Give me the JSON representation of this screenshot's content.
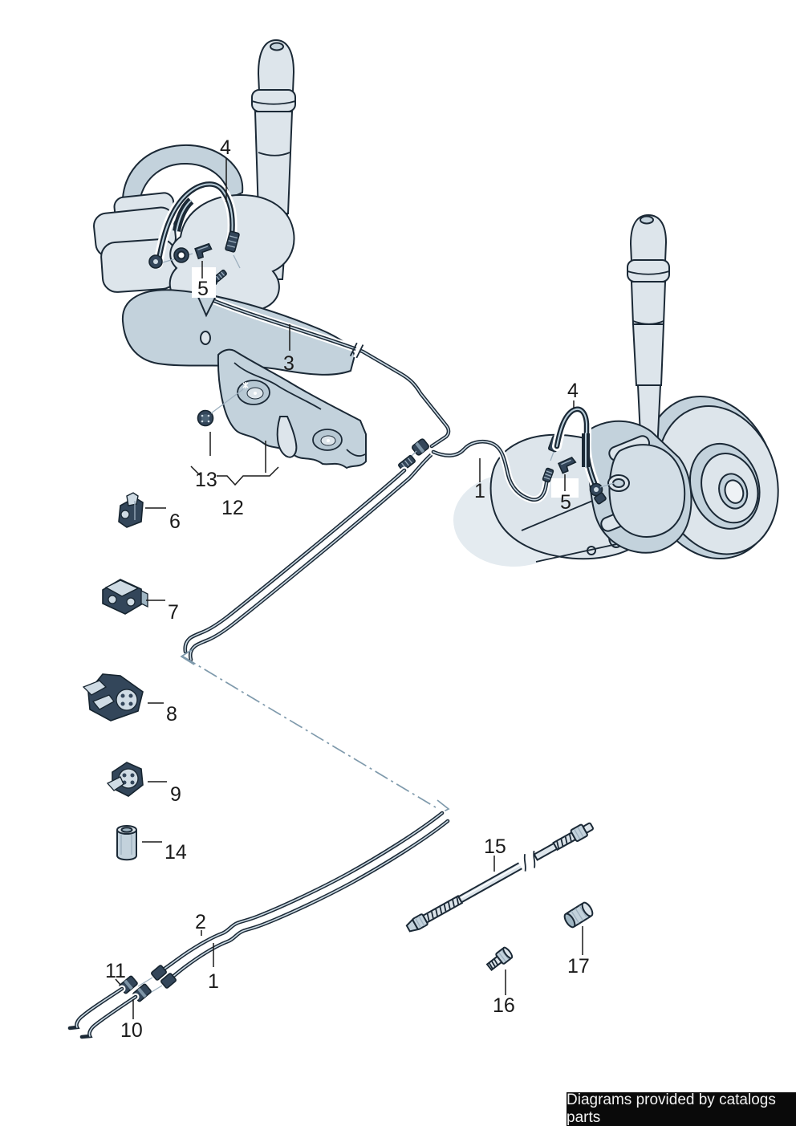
{
  "diagram": {
    "callouts": [
      "4",
      "5",
      "3",
      "13",
      "12",
      "6",
      "7",
      "8",
      "9",
      "14",
      "4",
      "1",
      "5",
      "2",
      "1",
      "11",
      "10",
      "15",
      "16",
      "17"
    ]
  },
  "footer": {
    "text": "Diagrams provided by catalogs parts"
  },
  "colors": {
    "outline": "#1b2936",
    "fill_light": "#dde5eb",
    "fill_mid": "#c3d2dc",
    "fill_dark": "#9fb5c2",
    "metal_dark": "#33465a",
    "dash_line": "#7f9aac",
    "label_text": "#1a1a1a",
    "footer_bg": "#0a0a0a",
    "footer_text": "#f2f2f2"
  }
}
